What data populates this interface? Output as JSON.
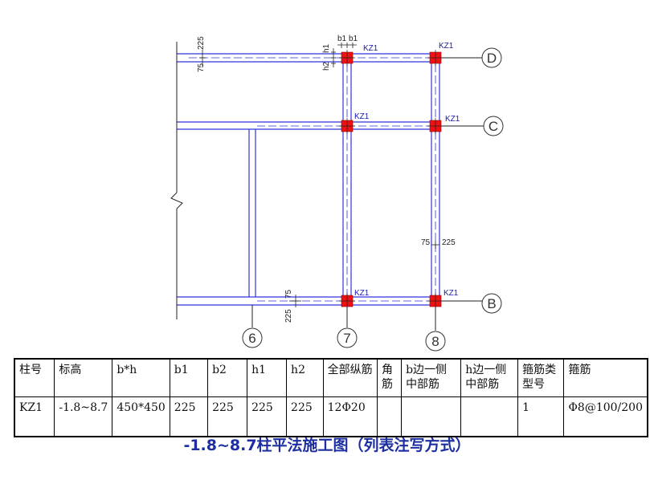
{
  "plan": {
    "columns": [
      {
        "tag": "KZ1"
      },
      {
        "tag": "KZ1"
      },
      {
        "tag": "KZ1"
      },
      {
        "tag": "KZ1"
      },
      {
        "tag": "KZ1"
      },
      {
        "tag": "KZ1"
      }
    ],
    "axes": {
      "d": "D",
      "c": "C",
      "b": "B",
      "a6": "6",
      "a7": "7",
      "a8": "8"
    },
    "dims": {
      "top_225": "225",
      "top_75": "75",
      "b1_a": "b1",
      "b1_b": "b1",
      "h1_a": "h1",
      "h2_a": "h2",
      "mid_75": "75",
      "mid_225": "225",
      "bot_75": "75",
      "bot_225": "225"
    }
  },
  "table": {
    "headers": [
      "柱号",
      "标高",
      "b*h",
      "b1",
      "b2",
      "h1",
      "h2",
      "全部纵筋",
      "角筋",
      "b边一侧中部筋",
      "h边一侧中部筋",
      "箍筋类型号",
      "箍筋"
    ],
    "rows": [
      [
        "KZ1",
        "-1.8~8.7",
        "450*450",
        "225",
        "225",
        "225",
        "225",
        "12Φ20",
        "",
        "",
        "",
        "1",
        "Φ8@100/200"
      ]
    ]
  },
  "caption": "-1.8~8.7柱平法施工图（列表注写方式）"
}
